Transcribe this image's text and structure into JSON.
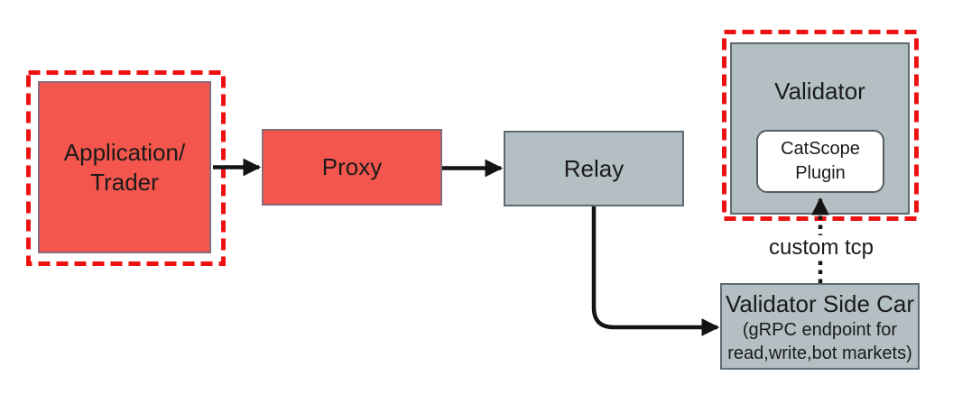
{
  "diagram": {
    "title": "trading system architecture diagram",
    "colors": {
      "red_fill": "#f4564d",
      "red_dash": "#ee1111",
      "gray_fill": "#b3bfc3",
      "gray_border": "#5d6b74",
      "red_border": "#8a6b78",
      "arrow_color": "#141414",
      "text_color": "#1a1a1a",
      "white_fill": "#ffffff"
    },
    "nodes": {
      "application_trader": {
        "line1": "Application/",
        "line2": "Trader"
      },
      "proxy": {
        "label": "Proxy"
      },
      "relay": {
        "label": "Relay"
      },
      "validator": {
        "label": "Validator"
      },
      "catscope_plugin": {
        "line1": "CatScope",
        "line2": "Plugin"
      },
      "validator_sidecar": {
        "title": "Validator Side Car",
        "sub1": "(gRPC endpoint for",
        "sub2": "read,write,bot markets)"
      }
    },
    "edges": {
      "custom_tcp": {
        "label": "custom tcp"
      }
    }
  }
}
